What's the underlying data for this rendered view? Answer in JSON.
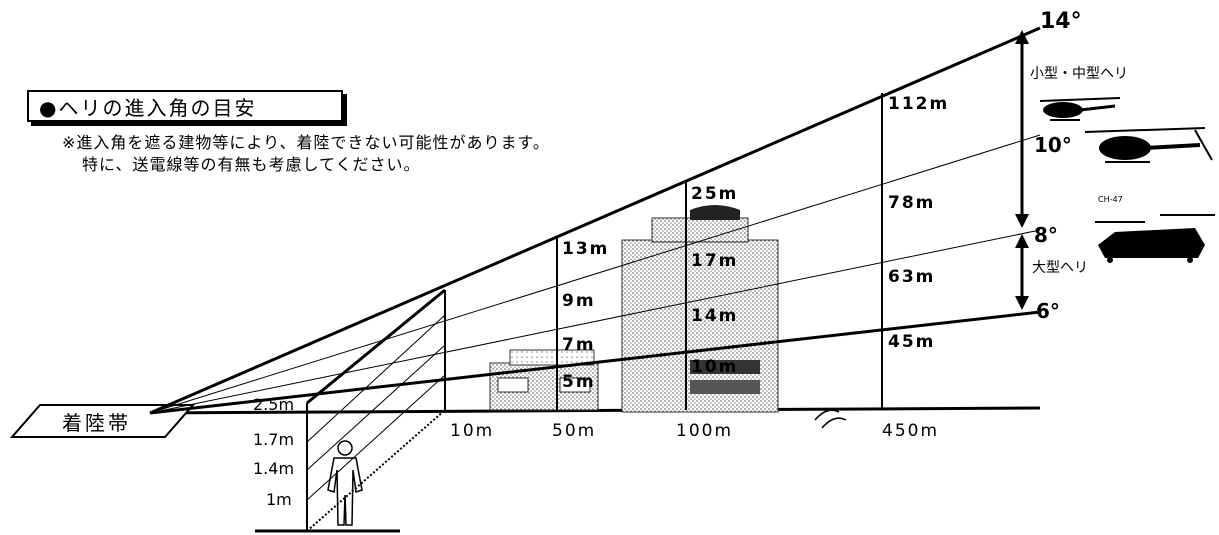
{
  "title": "●ヘリの進入角の目安",
  "note_line1": "※進入角を遮る建物等により、着陸できない可能性があります。",
  "note_line2": "特に、送電線等の有無も考慮してください。",
  "landing_zone": "着陸帯",
  "angles": {
    "a14": "14°",
    "a10": "10°",
    "a8": "8°",
    "a6": "6°"
  },
  "heli_labels": {
    "small_medium": "小型・中型ヘリ",
    "large": "大型ヘリ",
    "ch47": "CH-47"
  },
  "distances": {
    "d10": "10m",
    "d50": "50m",
    "d100": "100m",
    "d450": "450m"
  },
  "heights_near": {
    "h25": "2.5m",
    "h17": "1.7m",
    "h14": "1.4m",
    "h1": "1m"
  },
  "heights_50": {
    "h13": "13m",
    "h9": "9m",
    "h7": "7m",
    "h5": "5m"
  },
  "heights_100": {
    "h25": "25m",
    "h17": "17m",
    "h14": "14m",
    "h10": "10m"
  },
  "heights_450": {
    "h112": "112m",
    "h78": "78m",
    "h63": "63m",
    "h45": "45m"
  }
}
